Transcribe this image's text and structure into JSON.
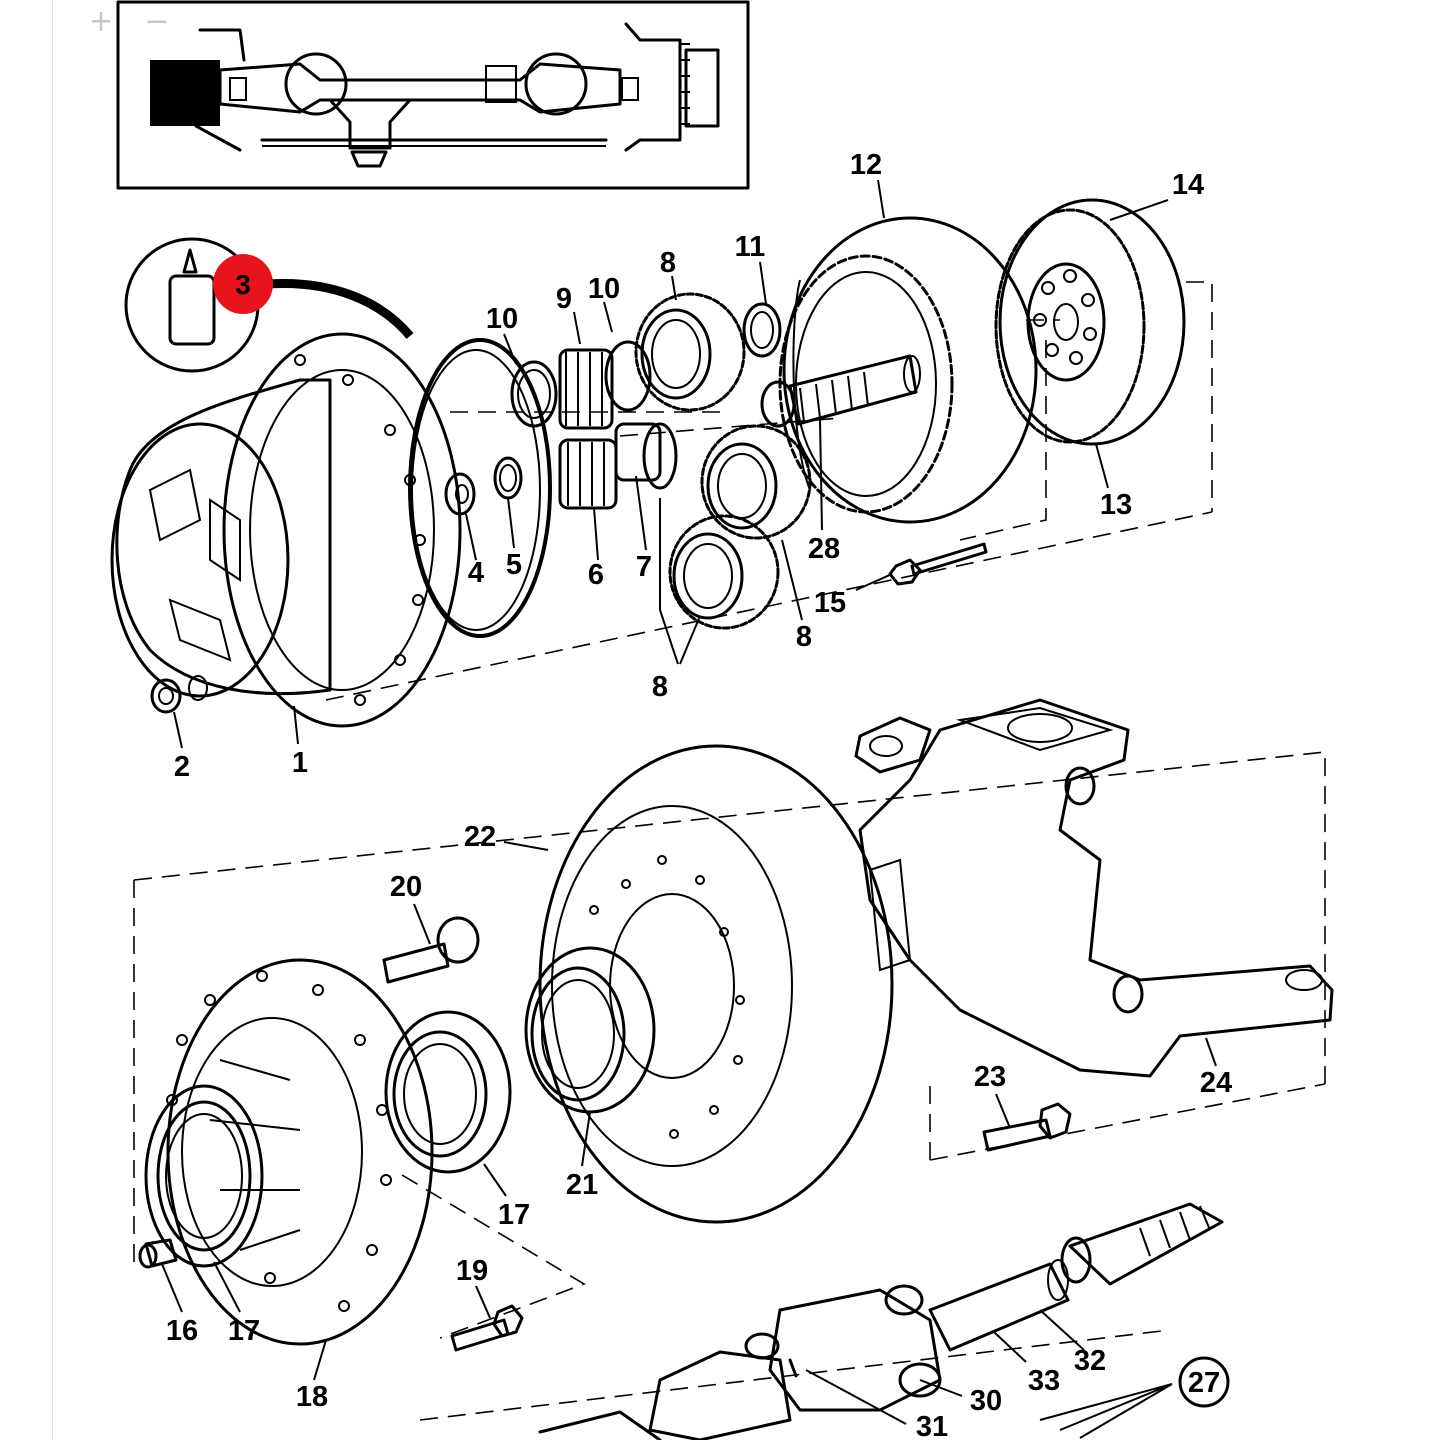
{
  "toolbar": {
    "zoom_in_label": "+",
    "zoom_out_label": "−"
  },
  "diagram": {
    "callout_marker": {
      "label": "3",
      "color": "#e8141c"
    },
    "kit_reference": {
      "label": "27"
    },
    "part_labels": [
      {
        "id": "12",
        "text": "12"
      },
      {
        "id": "14",
        "text": "14"
      },
      {
        "id": "11",
        "text": "11"
      },
      {
        "id": "8a",
        "text": "8"
      },
      {
        "id": "9",
        "text": "9"
      },
      {
        "id": "10a",
        "text": "10"
      },
      {
        "id": "10b",
        "text": "10"
      },
      {
        "id": "4",
        "text": "4"
      },
      {
        "id": "5",
        "text": "5"
      },
      {
        "id": "6",
        "text": "6"
      },
      {
        "id": "7",
        "text": "7"
      },
      {
        "id": "28",
        "text": "28"
      },
      {
        "id": "13",
        "text": "13"
      },
      {
        "id": "15",
        "text": "15"
      },
      {
        "id": "8b",
        "text": "8"
      },
      {
        "id": "8c",
        "text": "8"
      },
      {
        "id": "2",
        "text": "2"
      },
      {
        "id": "1",
        "text": "1"
      },
      {
        "id": "22",
        "text": "22"
      },
      {
        "id": "20",
        "text": "20"
      },
      {
        "id": "23",
        "text": "23"
      },
      {
        "id": "24",
        "text": "24"
      },
      {
        "id": "21",
        "text": "21"
      },
      {
        "id": "17a",
        "text": "17"
      },
      {
        "id": "19",
        "text": "19"
      },
      {
        "id": "16",
        "text": "16"
      },
      {
        "id": "17b",
        "text": "17"
      },
      {
        "id": "18",
        "text": "18"
      },
      {
        "id": "33",
        "text": "33"
      },
      {
        "id": "32",
        "text": "32"
      },
      {
        "id": "30",
        "text": "30"
      },
      {
        "id": "31",
        "text": "31"
      }
    ]
  }
}
